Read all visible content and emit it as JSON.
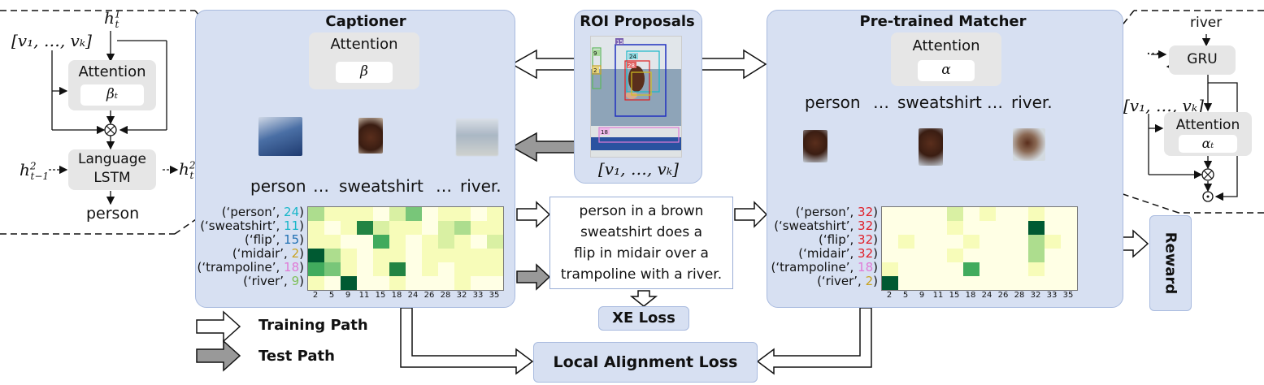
{
  "left_lstm": {
    "h_t1": "h",
    "h_t1_sup": "1",
    "h_t1_sub": "t",
    "v_list": "[v₁, …, vₖ]",
    "attention": "Attention",
    "beta_t": "βₜ",
    "lstm_line1": "Language",
    "lstm_line2": "LSTM",
    "h_prev": "h",
    "h_prev_sup": "2",
    "h_prev_sub": "t−1",
    "h_out": "h",
    "h_out_sup": "2",
    "h_out_sub": "t",
    "output_word": "person"
  },
  "captioner": {
    "title": "Captioner",
    "attention": "Attention",
    "beta": "β",
    "words": [
      "person",
      "…",
      "sweatshirt",
      "…",
      "river."
    ],
    "rows": [
      {
        "pre": "(‘person’, ",
        "num": "24",
        "num_color": "#19b6c9"
      },
      {
        "pre": "(‘sweatshirt’, ",
        "num": "11",
        "num_color": "#19b6c9"
      },
      {
        "pre": "(‘flip’, ",
        "num": "15",
        "num_color": "#1f6fb2"
      },
      {
        "pre": "(‘midair’, ",
        "num": "2",
        "num_color": "#c9a21f"
      },
      {
        "pre": "(‘trampoline’, ",
        "num": "18",
        "num_color": "#e07ad6"
      },
      {
        "pre": "(‘river’, ",
        "num": "9",
        "num_color": "#7fbf5a"
      }
    ],
    "ticks": [
      "2",
      "5",
      "9",
      "11",
      "15",
      "18",
      "24",
      "26",
      "28",
      "32",
      "33",
      "35"
    ]
  },
  "roi": {
    "title": "ROI Proposals",
    "v_list": "[v₁, …, vₖ]",
    "box_labels": [
      "15",
      "9",
      "24",
      "2",
      "28",
      "18"
    ]
  },
  "caption_text": {
    "lines": [
      "person in  a brown",
      "sweatshirt does a",
      "flip in midair over a",
      "trampoline with a river."
    ]
  },
  "matcher": {
    "title": "Pre-trained Matcher",
    "attention": "Attention",
    "alpha": "α",
    "words": [
      "person",
      "…",
      "sweatshirt",
      "…",
      "river."
    ],
    "rows": [
      {
        "pre": "(‘person’, ",
        "num": "32",
        "num_color": "#e0202a"
      },
      {
        "pre": "(‘sweatshirt’, ",
        "num": "32",
        "num_color": "#e0202a"
      },
      {
        "pre": "(‘flip’, ",
        "num": "32",
        "num_color": "#e0202a"
      },
      {
        "pre": "(‘midair’, ",
        "num": "32",
        "num_color": "#e0202a"
      },
      {
        "pre": "(‘trampoline’, ",
        "num": "18",
        "num_color": "#e07ad6"
      },
      {
        "pre": "(‘river’, ",
        "num": "2",
        "num_color": "#c9a21f"
      }
    ],
    "ticks": [
      "2",
      "5",
      "9",
      "11",
      "15",
      "18",
      "24",
      "26",
      "28",
      "32",
      "33",
      "35"
    ]
  },
  "right_gru": {
    "river": "river",
    "dots": "…",
    "gru": "GRU",
    "v_list": "[v₁, …, vₖ]",
    "attention": "Attention",
    "alpha_t": "αₜ"
  },
  "losses": {
    "xe_loss": "XE Loss",
    "local_alignment": "Local Alignment Loss",
    "reward": "Reward"
  },
  "legend": {
    "training": "Training Path",
    "test": "Test Path"
  },
  "heatmap_colors": [
    "#ffffe5",
    "#f7fcb9",
    "#d9f0a3",
    "#addd8e",
    "#78c679",
    "#41ab5d",
    "#238443",
    "#005a32"
  ],
  "captioner_heatmap": [
    [
      3,
      1,
      1,
      1,
      0,
      2,
      4,
      0,
      1,
      1,
      0,
      1
    ],
    [
      1,
      0,
      1,
      6,
      2,
      1,
      1,
      0,
      2,
      3,
      1,
      1
    ],
    [
      1,
      1,
      0,
      0,
      5,
      1,
      0,
      1,
      2,
      1,
      0,
      2
    ],
    [
      7,
      3,
      1,
      0,
      1,
      1,
      0,
      1,
      1,
      1,
      1,
      1
    ],
    [
      5,
      4,
      1,
      0,
      1,
      6,
      0,
      1,
      0,
      1,
      1,
      1
    ],
    [
      1,
      0,
      7,
      0,
      0,
      1,
      0,
      0,
      0,
      1,
      0,
      0
    ]
  ],
  "matcher_heatmap": [
    [
      0,
      0,
      0,
      0,
      2,
      0,
      1,
      0,
      0,
      1,
      0,
      0
    ],
    [
      0,
      0,
      0,
      0,
      1,
      0,
      0,
      0,
      0,
      7,
      0,
      0
    ],
    [
      0,
      1,
      0,
      0,
      0,
      1,
      0,
      0,
      0,
      3,
      1,
      0
    ],
    [
      0,
      0,
      0,
      0,
      1,
      0,
      0,
      0,
      0,
      3,
      0,
      0
    ],
    [
      1,
      0,
      0,
      0,
      0,
      5,
      0,
      0,
      0,
      1,
      0,
      0
    ],
    [
      7,
      0,
      0,
      0,
      0,
      0,
      0,
      0,
      0,
      0,
      0,
      0
    ]
  ]
}
